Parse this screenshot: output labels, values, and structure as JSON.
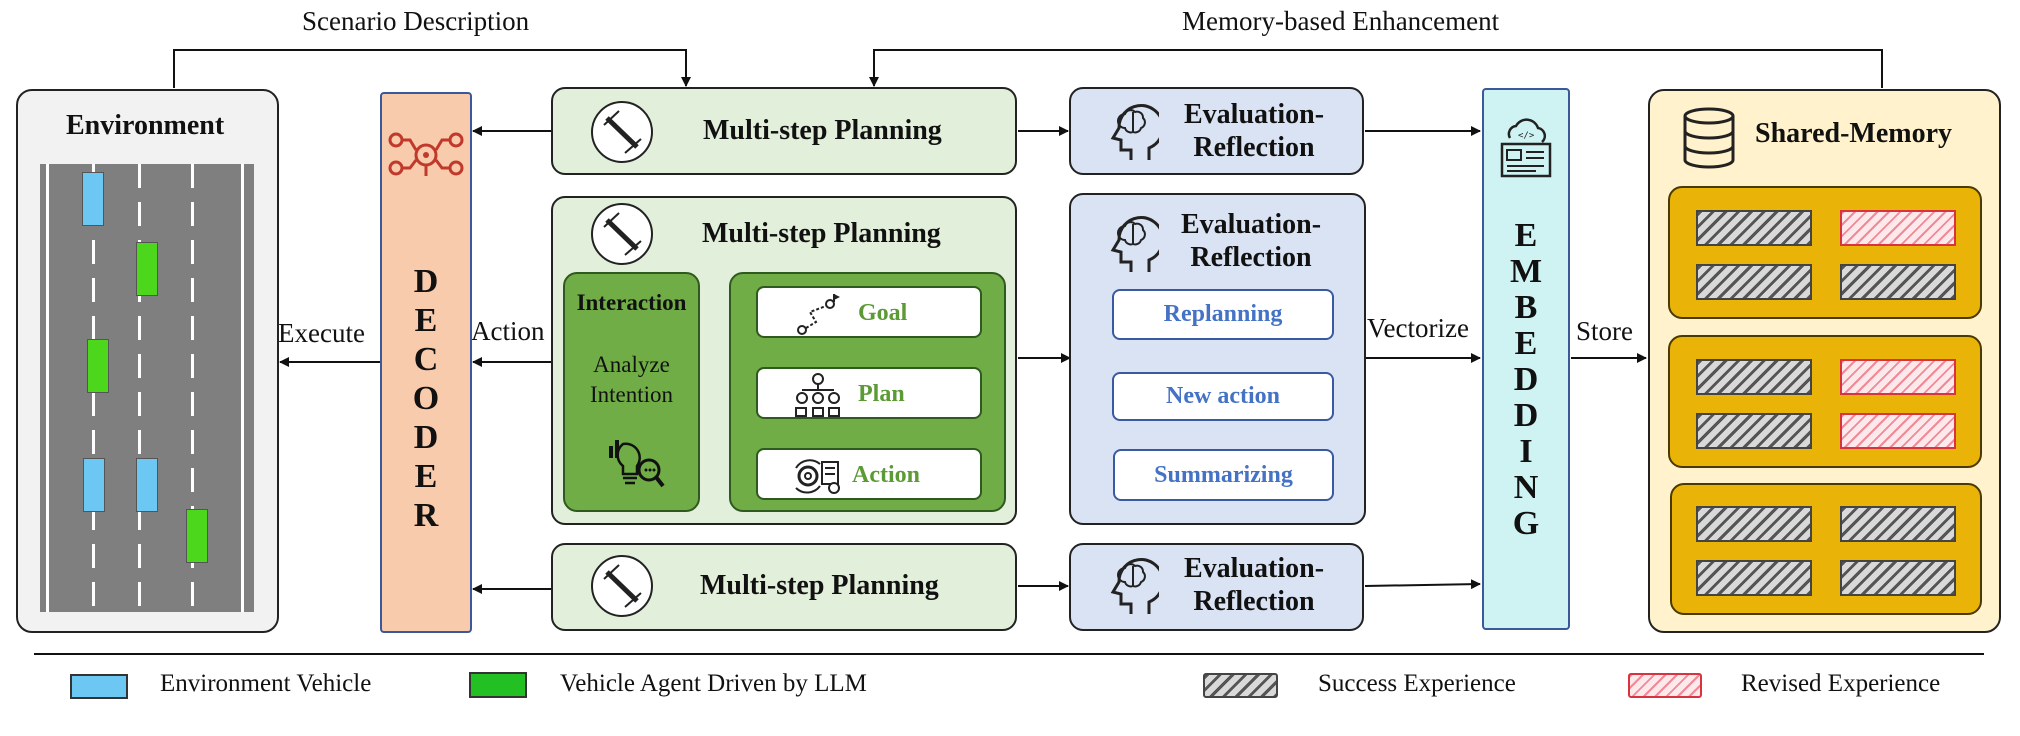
{
  "labels": {
    "scenario_description": "Scenario Description",
    "memory_enhancement": "Memory-based Enhancement",
    "execute": "Execute",
    "action": "Action",
    "vectorize": "Vectorize",
    "store": "Store"
  },
  "environment": {
    "title": "Environment"
  },
  "decoder": {
    "letters": [
      "D",
      "E",
      "C",
      "O",
      "D",
      "E",
      "R"
    ]
  },
  "embedding": {
    "letters": [
      "E",
      "M",
      "B",
      "E",
      "D",
      "D",
      "I",
      "N",
      "G"
    ]
  },
  "planning": {
    "top_title": "Multi-step Planning",
    "middle_title": "Multi-step Planning",
    "bottom_title": "Multi-step Planning",
    "interaction": {
      "title": "Interaction",
      "line1": "Analyze",
      "line2": "Intention"
    },
    "steps": [
      "Goal",
      "Plan",
      "Action"
    ]
  },
  "evaluation": {
    "top_line1": "Evaluation-",
    "top_line2": "Reflection",
    "middle_line1": "Evaluation-",
    "middle_line2": "Reflection",
    "bottom_line1": "Evaluation-",
    "bottom_line2": "Reflection",
    "steps": [
      "Replanning",
      "New action",
      "Summarizing"
    ]
  },
  "memory": {
    "title": "Shared-Memory"
  },
  "legend": {
    "environment_vehicle": "Environment Vehicle",
    "agent_vehicle": "Vehicle Agent Driven by LLM",
    "success": "Success Experience",
    "revised": "Revised Experience"
  },
  "colors": {
    "environment_bg": "#f2f2f2",
    "road": "#7f7f7f",
    "decoder": "#f8cbad",
    "planning_bg": "#e2efda",
    "planning_inner": "#70ad47",
    "evaluation_bg": "#dae3f3",
    "embedding": "#cff3f3",
    "memory_bg": "#fff2cc",
    "memory_group": "#eab308",
    "environment_vehicle": "#6cc8f2",
    "agent_vehicle": "#4cd61c"
  }
}
